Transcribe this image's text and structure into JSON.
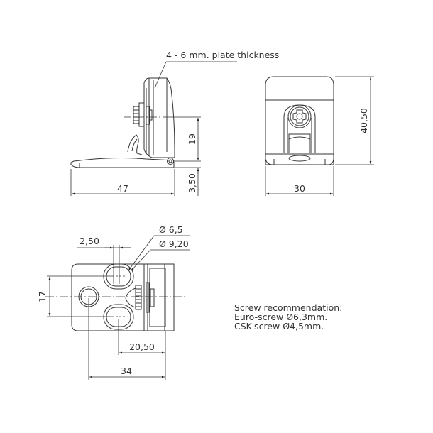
{
  "drawing": {
    "side_view": {
      "callout": "4 - 6 mm. plate thickness",
      "dims": {
        "width": "47",
        "height_hinge": "19",
        "height_base": "3,50"
      }
    },
    "front_view": {
      "dims": {
        "width": "30",
        "height": "40,50"
      }
    },
    "bottom_view": {
      "dims": {
        "slot_offset": "2,50",
        "hole_small": "Ø 6,5",
        "hole_large": "Ø 9,20",
        "vertical_spacing": "17",
        "slot_to_edge": "20,50",
        "total": "34"
      }
    },
    "screw_note": {
      "title": "Screw recommendation:",
      "lines": [
        "Euro-screw Ø6,3mm.",
        "CSK-screw Ø4,5mm."
      ]
    }
  }
}
